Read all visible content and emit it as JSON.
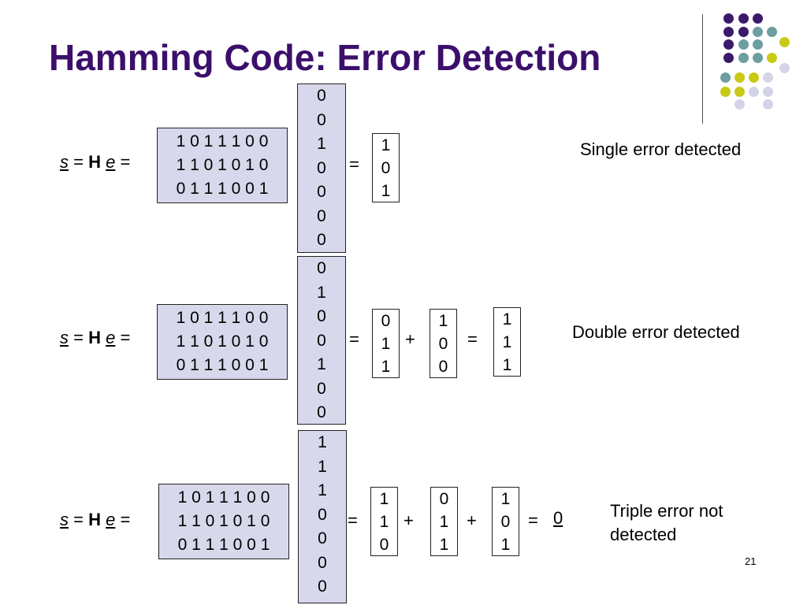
{
  "title": "Hamming Code: Error Detection",
  "page_number": "21",
  "matrix_rows": [
    "1 0 1 1 1 0 0",
    "1 1 0 1 0 1 0",
    "0 1 1 1 0 0 1"
  ],
  "equation": {
    "s": "s",
    "equals": "=",
    "H": "H",
    "e": "e"
  },
  "rows": [
    {
      "error_vector": [
        "0",
        "0",
        "1",
        "0",
        "0",
        "0",
        "0"
      ],
      "results": [
        [
          "1",
          "0",
          "1"
        ]
      ],
      "label": "Single error detected"
    },
    {
      "error_vector": [
        "0",
        "1",
        "0",
        "0",
        "1",
        "0",
        "0"
      ],
      "results": [
        [
          "0",
          "1",
          "1"
        ],
        [
          "1",
          "0",
          "0"
        ],
        [
          "1",
          "1",
          "1"
        ]
      ],
      "label": "Double error detected"
    },
    {
      "error_vector": [
        "1",
        "1",
        "1",
        "0",
        "0",
        "0",
        "0"
      ],
      "results": [
        [
          "1",
          "1",
          "0"
        ],
        [
          "0",
          "1",
          "1"
        ],
        [
          "1",
          "0",
          "1"
        ]
      ],
      "final": "0",
      "label_line1": "Triple error not",
      "label_line2": "detected"
    }
  ],
  "ops": {
    "equals": "=",
    "plus": "+"
  },
  "colors": {
    "purple": "#3b1a6b",
    "teal": "#6d9ea0",
    "yellow": "#c9c917",
    "lavender": "#d4d4e8",
    "title": "#3b0f6b"
  }
}
